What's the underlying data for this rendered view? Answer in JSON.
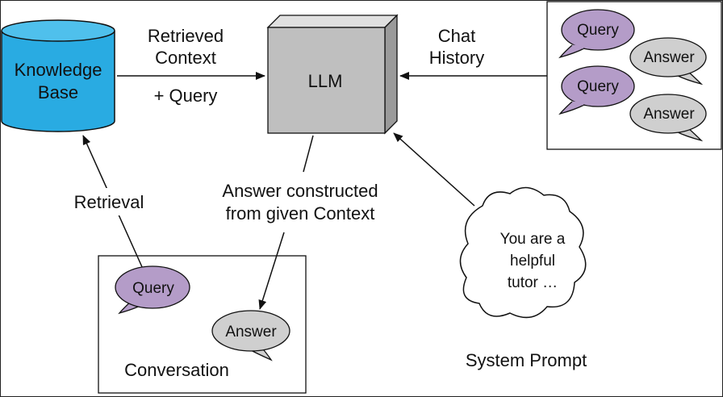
{
  "colors": {
    "kb_fill": "#29abe2",
    "kb_top": "#4fc0ec",
    "llm_front": "#bfbfbf",
    "llm_top": "#e0e0e0",
    "llm_side": "#9a9a9a",
    "query_bubble": "#b49cc8",
    "answer_bubble": "#cfcfcf",
    "stroke": "#111111"
  },
  "knowledge_base": {
    "line1": "Knowledge",
    "line2": "Base"
  },
  "llm": {
    "label": "LLM"
  },
  "edges": {
    "retrieved_context": {
      "line1": "Retrieved",
      "line2": "Context",
      "line3": "+ Query"
    },
    "chat_history": {
      "line1": "Chat",
      "line2": "History"
    },
    "retrieval": {
      "label": "Retrieval"
    },
    "answer_constructed": {
      "line1": "Answer constructed",
      "line2": "from given Context"
    }
  },
  "chat_history_panel": {
    "bubbles": [
      "Query",
      "Answer",
      "Query",
      "Answer"
    ]
  },
  "conversation_panel": {
    "query": "Query",
    "answer": "Answer",
    "label": "Conversation"
  },
  "system_prompt": {
    "line1": "You are a",
    "line2": "helpful",
    "line3": "tutor …",
    "label": "System Prompt"
  }
}
